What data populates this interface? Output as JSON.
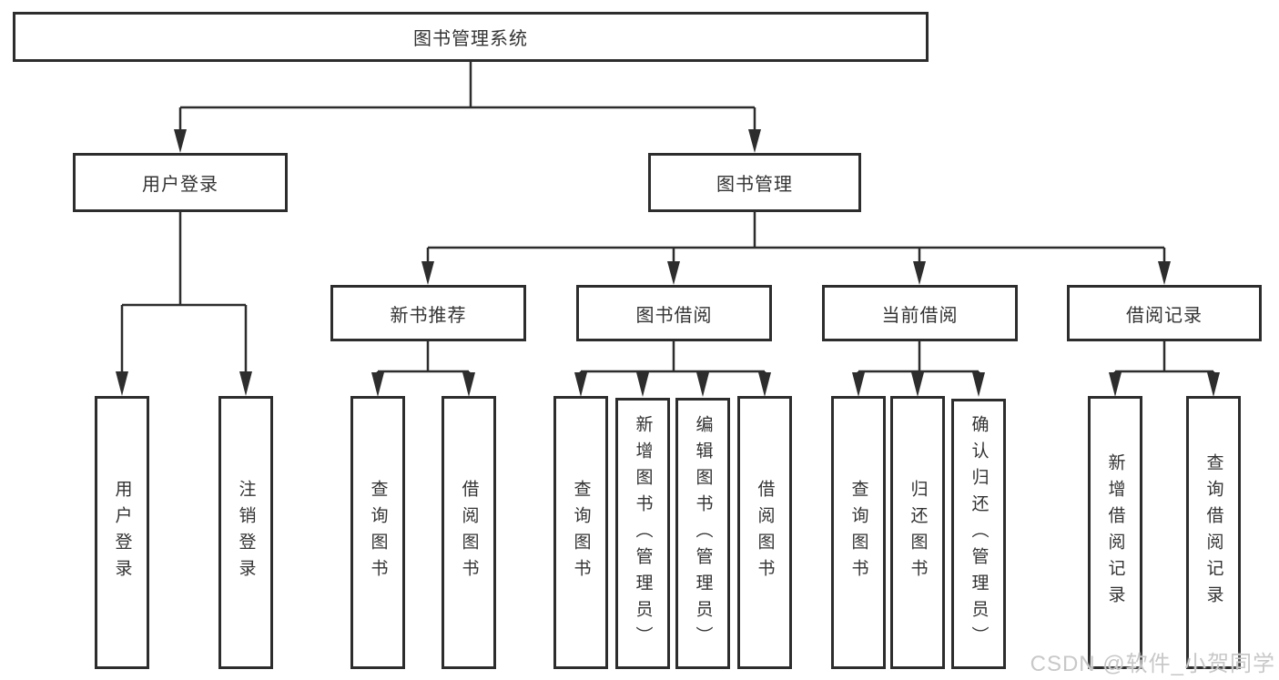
{
  "diagram": {
    "root": {
      "label": "图书管理系统"
    },
    "level2": {
      "user_login": {
        "label": "用户登录"
      },
      "book_management": {
        "label": "图书管理"
      }
    },
    "level3": {
      "new_book_recommend": {
        "label": "新书推荐"
      },
      "book_borrow": {
        "label": "图书借阅"
      },
      "current_borrow": {
        "label": "当前借阅"
      },
      "borrow_records": {
        "label": "借阅记录"
      }
    },
    "leaves": {
      "user_login": {
        "label": "用户登录"
      },
      "logout": {
        "label": "注销登录"
      },
      "query_books_1": {
        "label": "查询图书"
      },
      "borrow_books_1": {
        "label": "借阅图书"
      },
      "query_books_2": {
        "label": "查询图书"
      },
      "add_book_admin": {
        "label": "新增图书（管理员）"
      },
      "edit_book_admin": {
        "label": "编辑图书（管理员）"
      },
      "borrow_books_2": {
        "label": "借阅图书"
      },
      "query_books_3": {
        "label": "查询图书"
      },
      "return_book": {
        "label": "归还图书"
      },
      "confirm_return_admin": {
        "label": "确认归还（管理员）"
      },
      "add_borrow_record": {
        "label": "新增借阅记录"
      },
      "query_borrow_record": {
        "label": "查询借阅记录"
      }
    }
  },
  "watermark": {
    "text": "CSDN @软件_小贺同学"
  },
  "colors": {
    "line": "#2d2d2d",
    "text": "#333333",
    "watermark": "#c8c8c8",
    "background": "#ffffff"
  }
}
